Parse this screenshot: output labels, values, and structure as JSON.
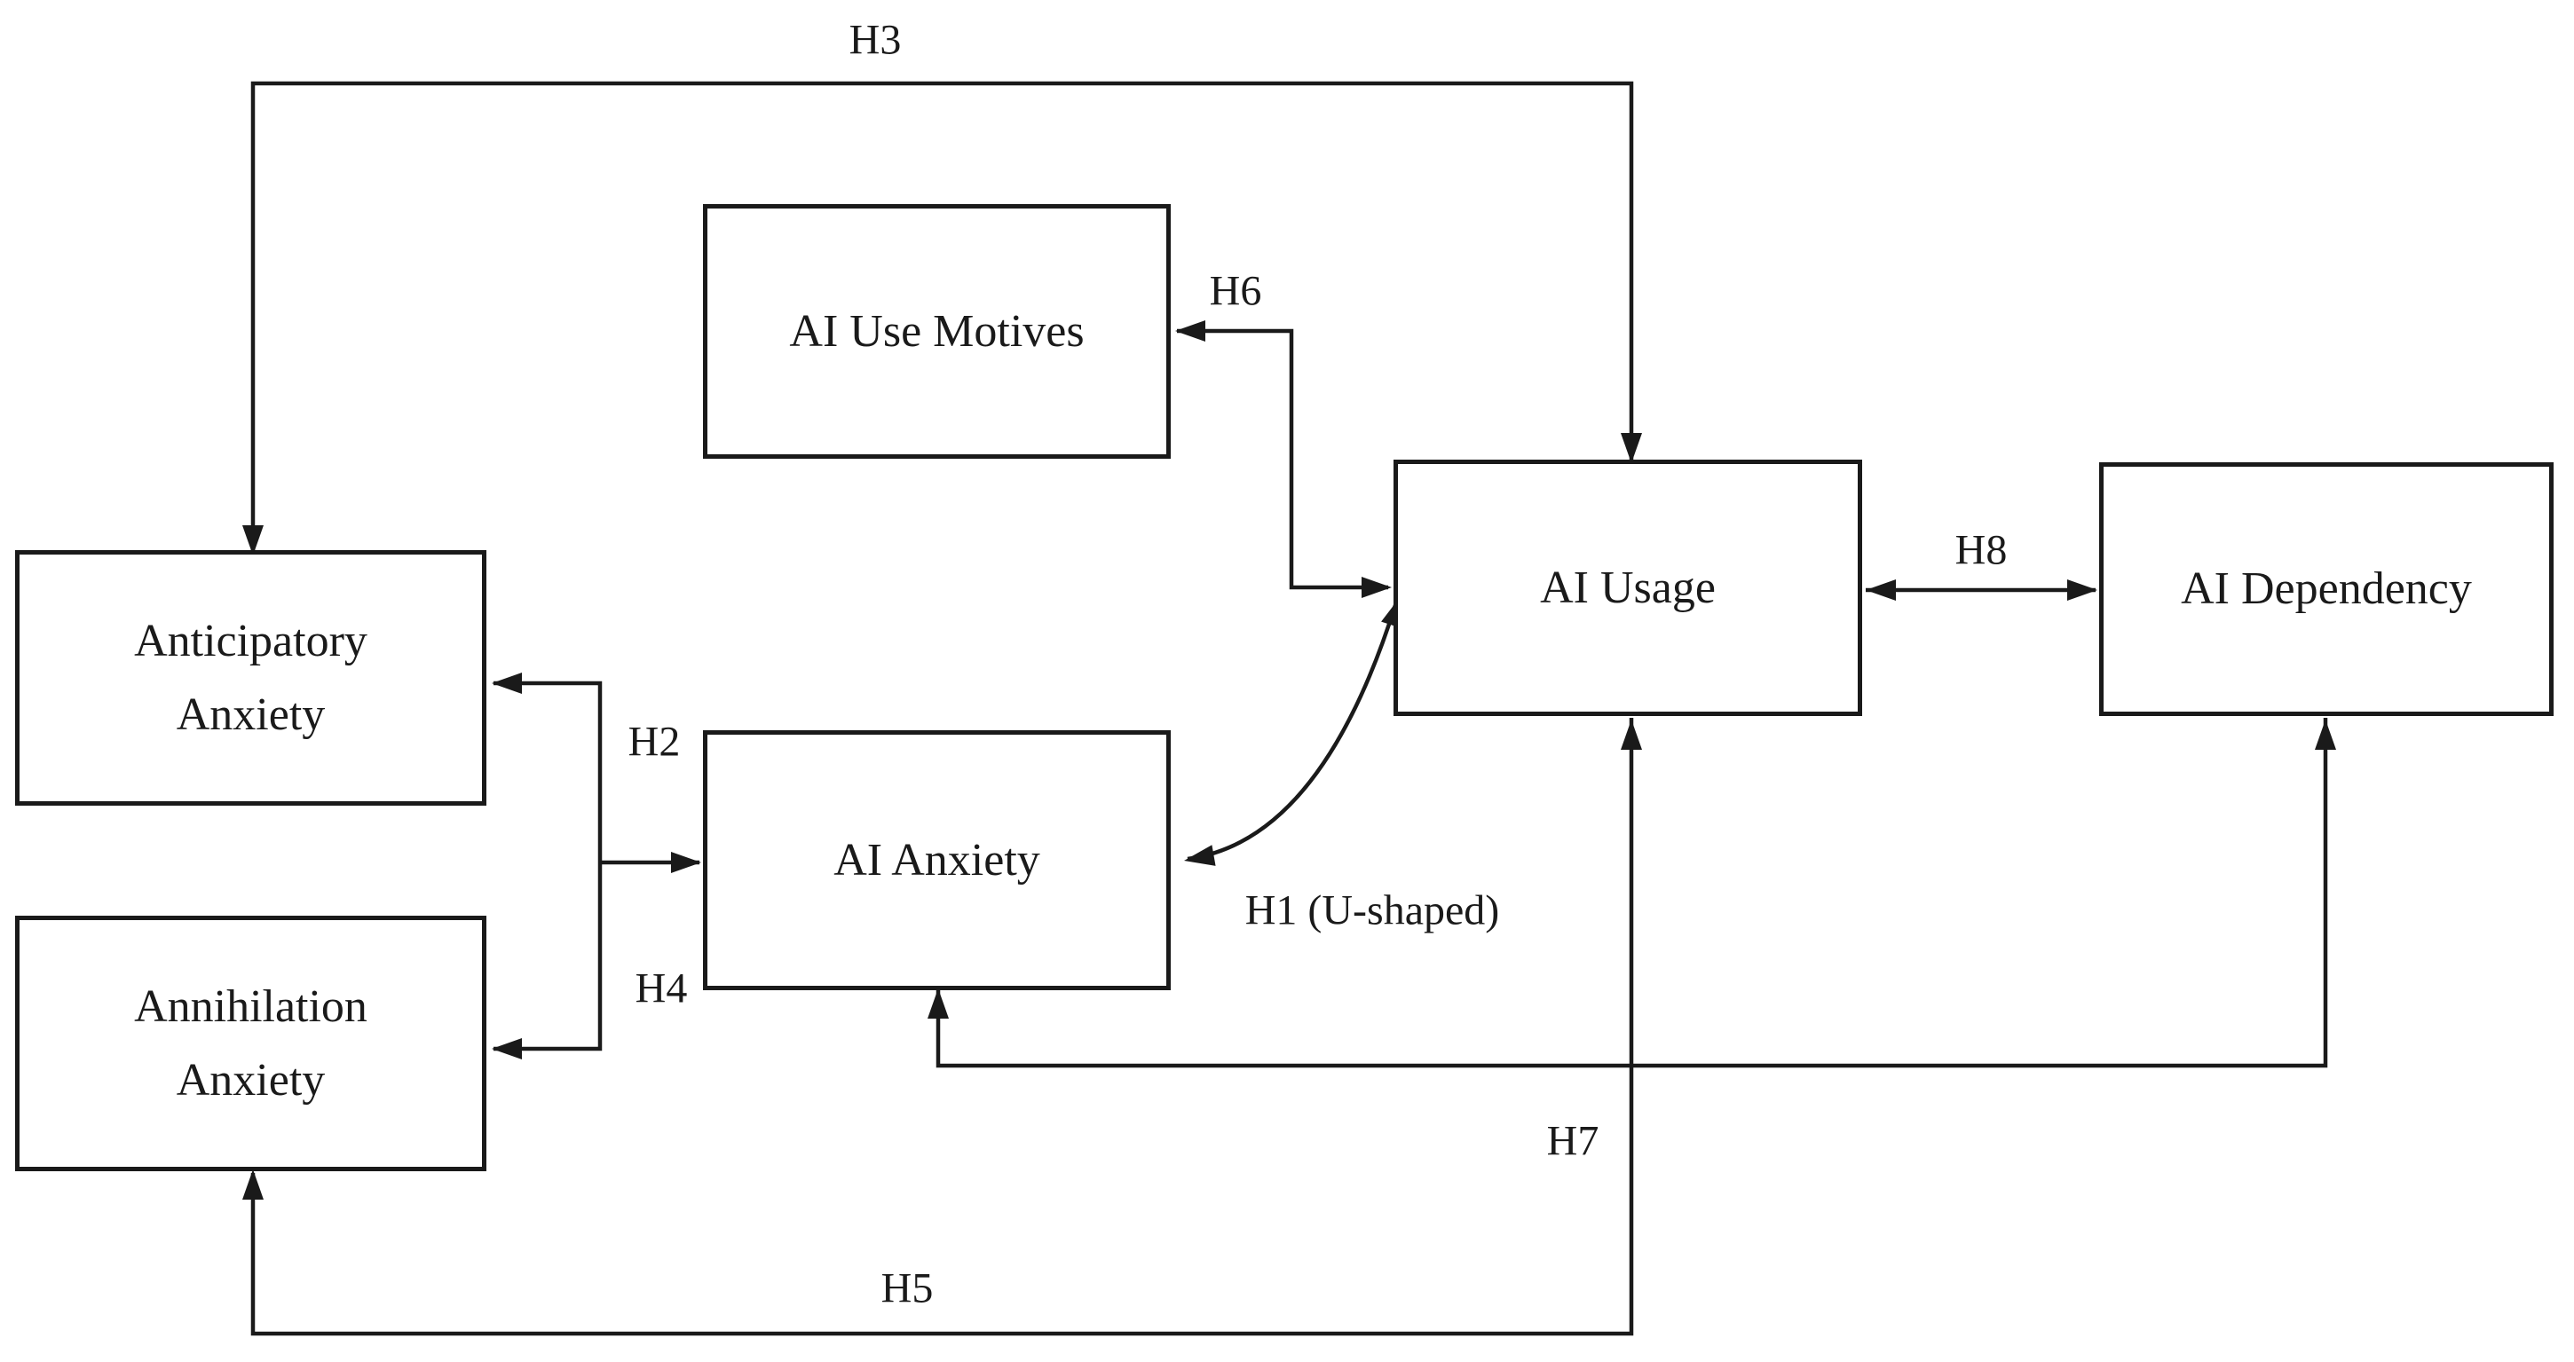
{
  "figure_type": "conceptual-research-model",
  "colors": {
    "line": "#1a1a1a",
    "background": "#ffffff"
  },
  "boxes": {
    "ai_use_motives": {
      "label": "AI Use Motives"
    },
    "anticipatory_anxiety": {
      "line1": "Anticipatory",
      "line2": "Anxiety"
    },
    "annihilation_anxiety": {
      "line1": "Annihilation",
      "line2": "Anxiety"
    },
    "ai_anxiety": {
      "label": "AI Anxiety"
    },
    "ai_usage": {
      "label": "AI Usage"
    },
    "ai_dependency": {
      "label": "AI Dependency"
    }
  },
  "edges": [
    {
      "id": "h1",
      "label": "H1 (U-shaped)",
      "from": "ai_anxiety",
      "to": "ai_usage",
      "style": "curved",
      "arrows": "both"
    },
    {
      "id": "h2",
      "label": "H2",
      "from": "ai_anxiety",
      "to": "anticipatory_anxiety",
      "style": "elbow",
      "arrows": "both"
    },
    {
      "id": "h3",
      "label": "H3",
      "from": "anticipatory_anxiety",
      "to": "ai_usage",
      "style": "elbow",
      "arrows": "both"
    },
    {
      "id": "h4",
      "label": "H4",
      "from": "ai_anxiety",
      "to": "annihilation_anxiety",
      "style": "elbow",
      "arrows": "both"
    },
    {
      "id": "h5",
      "label": "H5",
      "from": "ai_usage",
      "to": "annihilation_anxiety",
      "style": "elbow",
      "arrows": "both"
    },
    {
      "id": "h6",
      "label": "H6",
      "from": "ai_usage",
      "to": "ai_use_motives",
      "style": "elbow",
      "arrows": "both"
    },
    {
      "id": "h7",
      "label": "H7",
      "from": "ai_dependency",
      "to": "ai_anxiety",
      "style": "elbow",
      "arrows": "both"
    },
    {
      "id": "h8",
      "label": "H8",
      "from": "ai_usage",
      "to": "ai_dependency",
      "style": "straight",
      "arrows": "both"
    }
  ]
}
